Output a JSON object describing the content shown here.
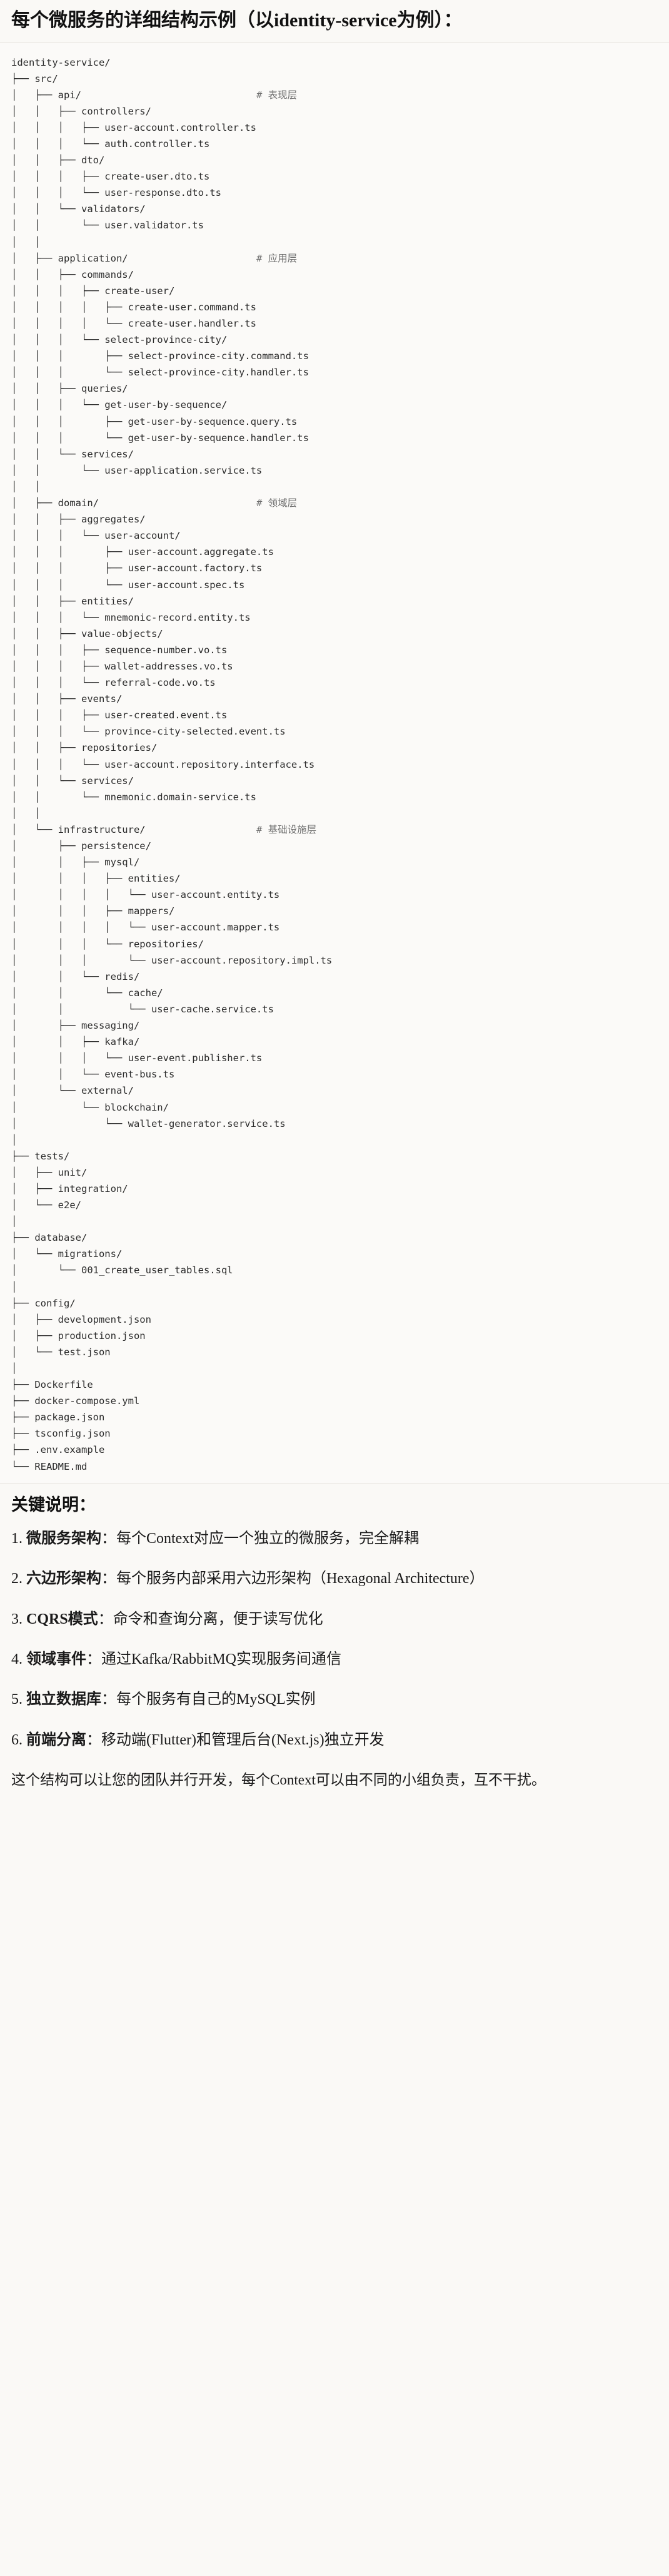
{
  "heading": "每个微服务的详细结构示例（以identity-service为例）：",
  "tree": {
    "root": "identity-service/",
    "lines": [
      {
        "prefix": "",
        "text": "identity-service/",
        "comment": ""
      },
      {
        "prefix": "├── ",
        "text": "src/",
        "comment": ""
      },
      {
        "prefix": "│   ├── ",
        "text": "api/",
        "comment": "# 表现层"
      },
      {
        "prefix": "│   │   ├── ",
        "text": "controllers/",
        "comment": ""
      },
      {
        "prefix": "│   │   │   ├── ",
        "text": "user-account.controller.ts",
        "comment": ""
      },
      {
        "prefix": "│   │   │   └── ",
        "text": "auth.controller.ts",
        "comment": ""
      },
      {
        "prefix": "│   │   ├── ",
        "text": "dto/",
        "comment": ""
      },
      {
        "prefix": "│   │   │   ├── ",
        "text": "create-user.dto.ts",
        "comment": ""
      },
      {
        "prefix": "│   │   │   └── ",
        "text": "user-response.dto.ts",
        "comment": ""
      },
      {
        "prefix": "│   │   └── ",
        "text": "validators/",
        "comment": ""
      },
      {
        "prefix": "│   │       └── ",
        "text": "user.validator.ts",
        "comment": ""
      },
      {
        "prefix": "│   │",
        "text": "",
        "comment": ""
      },
      {
        "prefix": "│   ├── ",
        "text": "application/",
        "comment": "# 应用层"
      },
      {
        "prefix": "│   │   ├── ",
        "text": "commands/",
        "comment": ""
      },
      {
        "prefix": "│   │   │   ├── ",
        "text": "create-user/",
        "comment": ""
      },
      {
        "prefix": "│   │   │   │   ├── ",
        "text": "create-user.command.ts",
        "comment": ""
      },
      {
        "prefix": "│   │   │   │   └── ",
        "text": "create-user.handler.ts",
        "comment": ""
      },
      {
        "prefix": "│   │   │   └── ",
        "text": "select-province-city/",
        "comment": ""
      },
      {
        "prefix": "│   │   │       ├── ",
        "text": "select-province-city.command.ts",
        "comment": ""
      },
      {
        "prefix": "│   │   │       └── ",
        "text": "select-province-city.handler.ts",
        "comment": ""
      },
      {
        "prefix": "│   │   ├── ",
        "text": "queries/",
        "comment": ""
      },
      {
        "prefix": "│   │   │   └── ",
        "text": "get-user-by-sequence/",
        "comment": ""
      },
      {
        "prefix": "│   │   │       ├── ",
        "text": "get-user-by-sequence.query.ts",
        "comment": ""
      },
      {
        "prefix": "│   │   │       └── ",
        "text": "get-user-by-sequence.handler.ts",
        "comment": ""
      },
      {
        "prefix": "│   │   └── ",
        "text": "services/",
        "comment": ""
      },
      {
        "prefix": "│   │       └── ",
        "text": "user-application.service.ts",
        "comment": ""
      },
      {
        "prefix": "│   │",
        "text": "",
        "comment": ""
      },
      {
        "prefix": "│   ├── ",
        "text": "domain/",
        "comment": "# 领域层"
      },
      {
        "prefix": "│   │   ├── ",
        "text": "aggregates/",
        "comment": ""
      },
      {
        "prefix": "│   │   │   └── ",
        "text": "user-account/",
        "comment": ""
      },
      {
        "prefix": "│   │   │       ├── ",
        "text": "user-account.aggregate.ts",
        "comment": ""
      },
      {
        "prefix": "│   │   │       ├── ",
        "text": "user-account.factory.ts",
        "comment": ""
      },
      {
        "prefix": "│   │   │       └── ",
        "text": "user-account.spec.ts",
        "comment": ""
      },
      {
        "prefix": "│   │   ├── ",
        "text": "entities/",
        "comment": ""
      },
      {
        "prefix": "│   │   │   └── ",
        "text": "mnemonic-record.entity.ts",
        "comment": ""
      },
      {
        "prefix": "│   │   ├── ",
        "text": "value-objects/",
        "comment": ""
      },
      {
        "prefix": "│   │   │   ├── ",
        "text": "sequence-number.vo.ts",
        "comment": ""
      },
      {
        "prefix": "│   │   │   ├── ",
        "text": "wallet-addresses.vo.ts",
        "comment": ""
      },
      {
        "prefix": "│   │   │   └── ",
        "text": "referral-code.vo.ts",
        "comment": ""
      },
      {
        "prefix": "│   │   ├── ",
        "text": "events/",
        "comment": ""
      },
      {
        "prefix": "│   │   │   ├── ",
        "text": "user-created.event.ts",
        "comment": ""
      },
      {
        "prefix": "│   │   │   └── ",
        "text": "province-city-selected.event.ts",
        "comment": ""
      },
      {
        "prefix": "│   │   ├── ",
        "text": "repositories/",
        "comment": ""
      },
      {
        "prefix": "│   │   │   └── ",
        "text": "user-account.repository.interface.ts",
        "comment": ""
      },
      {
        "prefix": "│   │   └── ",
        "text": "services/",
        "comment": ""
      },
      {
        "prefix": "│   │       └── ",
        "text": "mnemonic.domain-service.ts",
        "comment": ""
      },
      {
        "prefix": "│   │",
        "text": "",
        "comment": ""
      },
      {
        "prefix": "│   └── ",
        "text": "infrastructure/",
        "comment": "# 基础设施层"
      },
      {
        "prefix": "│       ├── ",
        "text": "persistence/",
        "comment": ""
      },
      {
        "prefix": "│       │   ├── ",
        "text": "mysql/",
        "comment": ""
      },
      {
        "prefix": "│       │   │   ├── ",
        "text": "entities/",
        "comment": ""
      },
      {
        "prefix": "│       │   │   │   └── ",
        "text": "user-account.entity.ts",
        "comment": ""
      },
      {
        "prefix": "│       │   │   ├── ",
        "text": "mappers/",
        "comment": ""
      },
      {
        "prefix": "│       │   │   │   └── ",
        "text": "user-account.mapper.ts",
        "comment": ""
      },
      {
        "prefix": "│       │   │   └── ",
        "text": "repositories/",
        "comment": ""
      },
      {
        "prefix": "│       │   │       └── ",
        "text": "user-account.repository.impl.ts",
        "comment": ""
      },
      {
        "prefix": "│       │   └── ",
        "text": "redis/",
        "comment": ""
      },
      {
        "prefix": "│       │       └── ",
        "text": "cache/",
        "comment": ""
      },
      {
        "prefix": "│       │           └── ",
        "text": "user-cache.service.ts",
        "comment": ""
      },
      {
        "prefix": "│       ├── ",
        "text": "messaging/",
        "comment": ""
      },
      {
        "prefix": "│       │   ├── ",
        "text": "kafka/",
        "comment": ""
      },
      {
        "prefix": "│       │   │   └── ",
        "text": "user-event.publisher.ts",
        "comment": ""
      },
      {
        "prefix": "│       │   └── ",
        "text": "event-bus.ts",
        "comment": ""
      },
      {
        "prefix": "│       └── ",
        "text": "external/",
        "comment": ""
      },
      {
        "prefix": "│           └── ",
        "text": "blockchain/",
        "comment": ""
      },
      {
        "prefix": "│               └── ",
        "text": "wallet-generator.service.ts",
        "comment": ""
      },
      {
        "prefix": "│",
        "text": "",
        "comment": ""
      },
      {
        "prefix": "├── ",
        "text": "tests/",
        "comment": ""
      },
      {
        "prefix": "│   ├── ",
        "text": "unit/",
        "comment": ""
      },
      {
        "prefix": "│   ├── ",
        "text": "integration/",
        "comment": ""
      },
      {
        "prefix": "│   └── ",
        "text": "e2e/",
        "comment": ""
      },
      {
        "prefix": "│",
        "text": "",
        "comment": ""
      },
      {
        "prefix": "├── ",
        "text": "database/",
        "comment": ""
      },
      {
        "prefix": "│   └── ",
        "text": "migrations/",
        "comment": ""
      },
      {
        "prefix": "│       └── ",
        "text": "001_create_user_tables.sql",
        "comment": ""
      },
      {
        "prefix": "│",
        "text": "",
        "comment": ""
      },
      {
        "prefix": "├── ",
        "text": "config/",
        "comment": ""
      },
      {
        "prefix": "│   ├── ",
        "text": "development.json",
        "comment": ""
      },
      {
        "prefix": "│   ├── ",
        "text": "production.json",
        "comment": ""
      },
      {
        "prefix": "│   └── ",
        "text": "test.json",
        "comment": ""
      },
      {
        "prefix": "│",
        "text": "",
        "comment": ""
      },
      {
        "prefix": "├── ",
        "text": "Dockerfile",
        "comment": ""
      },
      {
        "prefix": "├── ",
        "text": "docker-compose.yml",
        "comment": ""
      },
      {
        "prefix": "├── ",
        "text": "package.json",
        "comment": ""
      },
      {
        "prefix": "├── ",
        "text": "tsconfig.json",
        "comment": ""
      },
      {
        "prefix": "├── ",
        "text": ".env.example",
        "comment": ""
      },
      {
        "prefix": "└── ",
        "text": "README.md",
        "comment": ""
      }
    ],
    "comment_column": 42
  },
  "keypoints": {
    "title": "关键说明：",
    "items": [
      {
        "term": "微服务架构",
        "sep": "：",
        "desc": "每个Context对应一个独立的微服务，完全解耦"
      },
      {
        "term": "六边形架构",
        "sep": "：",
        "desc": "每个服务内部采用六边形架构（Hexagonal Architecture）"
      },
      {
        "term": "CQRS模式",
        "sep": "：",
        "desc": "命令和查询分离，便于读写优化"
      },
      {
        "term": "领域事件",
        "sep": "：",
        "desc": "通过Kafka/RabbitMQ实现服务间通信"
      },
      {
        "term": "独立数据库",
        "sep": "：",
        "desc": "每个服务有自己的MySQL实例"
      },
      {
        "term": "前端分离",
        "sep": "：",
        "desc": "移动端(Flutter)和管理后台(Next.js)独立开发"
      }
    ],
    "closing": "这个结构可以让您的团队并行开发，每个Context可以由不同的小组负责，互不干扰。"
  },
  "colors": {
    "page_bg": "#faf9f6",
    "code_bg": "#fbfaf8",
    "text": "#1a1a1a",
    "code_text": "#2b2b2b",
    "comment_text": "#6e6e6e",
    "rule": "#e2e0da"
  }
}
